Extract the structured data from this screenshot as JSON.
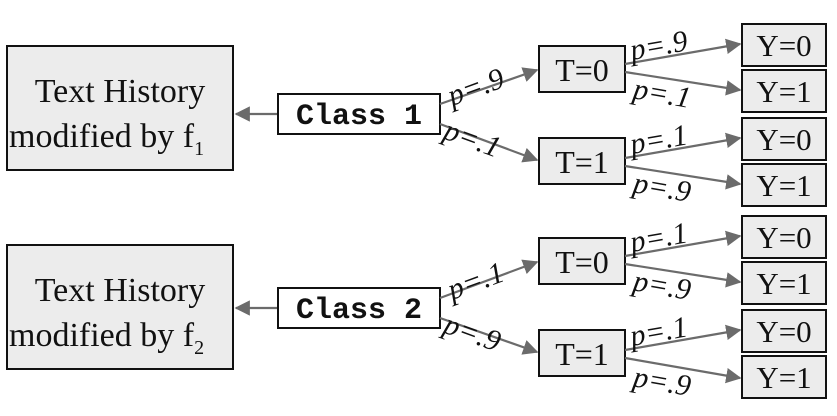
{
  "diagram": {
    "groups": [
      {
        "history_line1": "Text History",
        "history_line2": "modified by f",
        "history_sub": "1",
        "class_label": "Class 1",
        "branches": [
          {
            "p": "p=.9",
            "t_label": "T=0",
            "outcomes": [
              {
                "p": "p=.9",
                "y_label": "Y=0"
              },
              {
                "p": "p=.1",
                "y_label": "Y=1"
              }
            ]
          },
          {
            "p": "p=.1",
            "t_label": "T=1",
            "outcomes": [
              {
                "p": "p=.1",
                "y_label": "Y=0"
              },
              {
                "p": "p=.9",
                "y_label": "Y=1"
              }
            ]
          }
        ]
      },
      {
        "history_line1": "Text History",
        "history_line2": "modified by f",
        "history_sub": "2",
        "class_label": "Class 2",
        "branches": [
          {
            "p": "p=.1",
            "t_label": "T=0",
            "outcomes": [
              {
                "p": "p=.1",
                "y_label": "Y=0"
              },
              {
                "p": "p=.9",
                "y_label": "Y=1"
              }
            ]
          },
          {
            "p": "p=.9",
            "t_label": "T=1",
            "outcomes": [
              {
                "p": "p=.1",
                "y_label": "Y=0"
              },
              {
                "p": "p=.9",
                "y_label": "Y=1"
              }
            ]
          }
        ]
      }
    ]
  },
  "colors": {
    "box_fill": "#ececec",
    "arrow": "#6b6b6b",
    "stroke": "#111111"
  }
}
